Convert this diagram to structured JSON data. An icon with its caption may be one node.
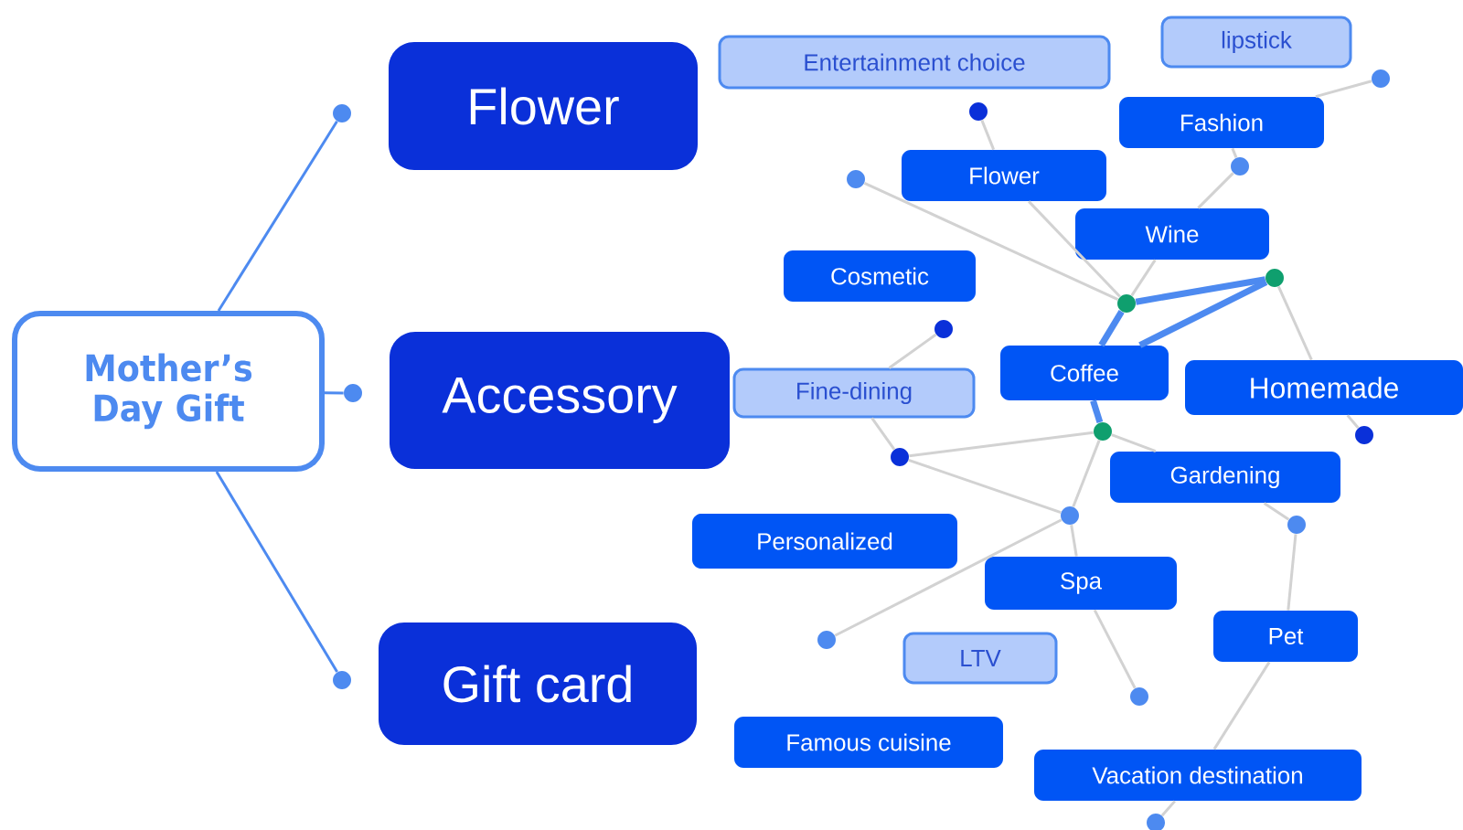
{
  "diagram": {
    "nodes": [
      {
        "text": [
          "Mother’s Day Gift"
        ]
      },
      {
        "text": [
          "Flower"
        ]
      },
      {
        "text": [
          "Accessory"
        ]
      },
      {
        "text": [
          "Gift card"
        ]
      },
      {
        "text": [
          "Entertainment choice"
        ]
      },
      {
        "text": [
          "lipstick"
        ]
      },
      {
        "text": [
          "Fashion"
        ]
      },
      {
        "text": [
          "Flower"
        ]
      },
      {
        "text": [
          "Wine"
        ]
      },
      {
        "text": [
          "Cosmetic"
        ]
      },
      {
        "text": [
          "Coffee"
        ]
      },
      {
        "text": [
          "Homemade"
        ]
      },
      {
        "text": [
          "Fine-dining"
        ]
      },
      {
        "text": [
          "Gardening"
        ]
      },
      {
        "text": [
          "Personalized"
        ]
      },
      {
        "text": [
          "Spa"
        ]
      },
      {
        "text": [
          "LTV"
        ]
      },
      {
        "text": [
          "Pet"
        ]
      },
      {
        "text": [
          "Famous cuisine"
        ]
      },
      {
        "text": [
          "Vacation destination"
        ]
      },
      {
        "text": [],
        "shape": "circle"
      },
      {
        "text": [],
        "shape": "circle"
      },
      {
        "text": [],
        "shape": "circle"
      },
      {
        "text": [],
        "shape": "circle"
      },
      {
        "text": [],
        "shape": "circle"
      },
      {
        "text": [],
        "shape": "circle"
      },
      {
        "text": [],
        "shape": "circle"
      },
      {
        "text": [],
        "shape": "circle"
      },
      {
        "text": [],
        "shape": "circle"
      },
      {
        "text": [],
        "shape": "circle"
      },
      {
        "text": [],
        "shape": "circle"
      },
      {
        "text": [],
        "shape": "circle"
      },
      {
        "text": [],
        "shape": "circle"
      },
      {
        "text": [],
        "shape": "circle"
      },
      {
        "text": [],
        "shape": "circle"
      },
      {
        "text": [],
        "shape": "circle"
      },
      {
        "text": [],
        "shape": "circle"
      },
      {
        "text": [],
        "shape": "circle"
      }
    ],
    "edges": [
      {
        "from": 0,
        "to": 35,
        "arrow": "none",
        "color": "#4d8af0"
      },
      {
        "from": 0,
        "to": 36,
        "arrow": "none",
        "color": "#4d8af0"
      },
      {
        "from": 0,
        "to": 37,
        "arrow": "none",
        "color": "#4d8af0"
      },
      {
        "from": 21,
        "to": 7,
        "arrow": "none"
      },
      {
        "from": 7,
        "to": 25,
        "arrow": "none"
      },
      {
        "from": 23,
        "to": 25,
        "arrow": "none"
      },
      {
        "from": 25,
        "to": 8,
        "arrow": "none"
      },
      {
        "from": 8,
        "to": 22,
        "arrow": "none"
      },
      {
        "from": 22,
        "to": 6,
        "arrow": "none"
      },
      {
        "from": 6,
        "to": 20,
        "arrow": "none"
      },
      {
        "from": 24,
        "to": 11,
        "arrow": "none"
      },
      {
        "from": 11,
        "to": 28,
        "arrow": "none"
      },
      {
        "from": 25,
        "to": 24,
        "arrow": "none",
        "style": "thick",
        "color": "#4d8af0"
      },
      {
        "from": 25,
        "to": 10,
        "arrow": "none",
        "style": "thick",
        "color": "#4d8af0"
      },
      {
        "from": 24,
        "to": 10,
        "arrow": "none",
        "style": "thick",
        "color": "#4d8af0"
      },
      {
        "from": 10,
        "to": 27,
        "arrow": "none",
        "style": "thick",
        "color": "#4d8af0"
      },
      {
        "from": 26,
        "to": 12,
        "arrow": "none"
      },
      {
        "from": 12,
        "to": 29,
        "arrow": "none"
      },
      {
        "from": 29,
        "to": 27,
        "arrow": "none"
      },
      {
        "from": 29,
        "to": 30,
        "arrow": "none"
      },
      {
        "from": 27,
        "to": 30,
        "arrow": "none"
      },
      {
        "from": 27,
        "to": 13,
        "arrow": "none"
      },
      {
        "from": 13,
        "to": 31,
        "arrow": "none"
      },
      {
        "from": 31,
        "to": 17,
        "arrow": "none"
      },
      {
        "from": 17,
        "to": 19,
        "arrow": "none"
      },
      {
        "from": 19,
        "to": 34,
        "arrow": "none"
      },
      {
        "from": 30,
        "to": 32,
        "arrow": "none"
      },
      {
        "from": 30,
        "to": 15,
        "arrow": "none"
      },
      {
        "from": 15,
        "to": 33,
        "arrow": "none"
      }
    ]
  }
}
